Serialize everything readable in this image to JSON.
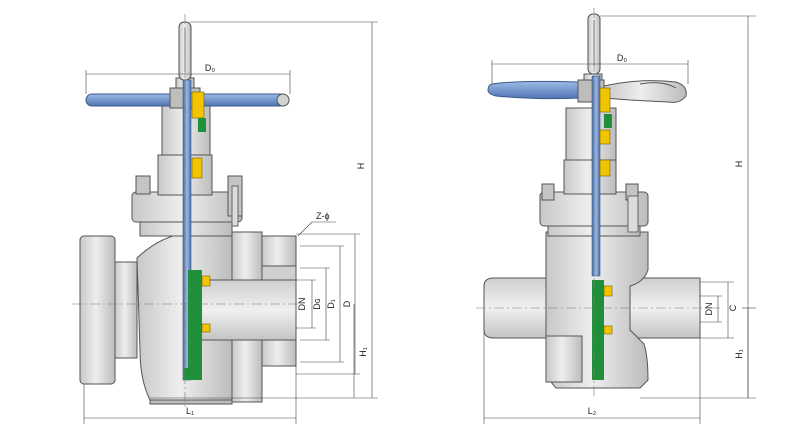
{
  "flanged_valve": {
    "labels": {
      "d0": "D₀",
      "h": "H",
      "h1": "H₁",
      "l1": "L₁",
      "z_phi": "Z-ϕ",
      "dn": "DN",
      "dg": "Dɢ",
      "d1": "D₁",
      "d": "D"
    }
  },
  "welded_valve": {
    "labels": {
      "d0": "D₀",
      "h": "H",
      "h1": "H₁",
      "l2": "L₂",
      "dn": "DN",
      "c": "C"
    }
  },
  "colors": {
    "body": "#d6d6d6",
    "body_dark": "#b9b9b9",
    "stem": "#6f8fc4",
    "handle": "#7a9fd0",
    "seal_green": "#1f8f3a",
    "seal_yellow": "#f2c400",
    "line": "#333333"
  }
}
